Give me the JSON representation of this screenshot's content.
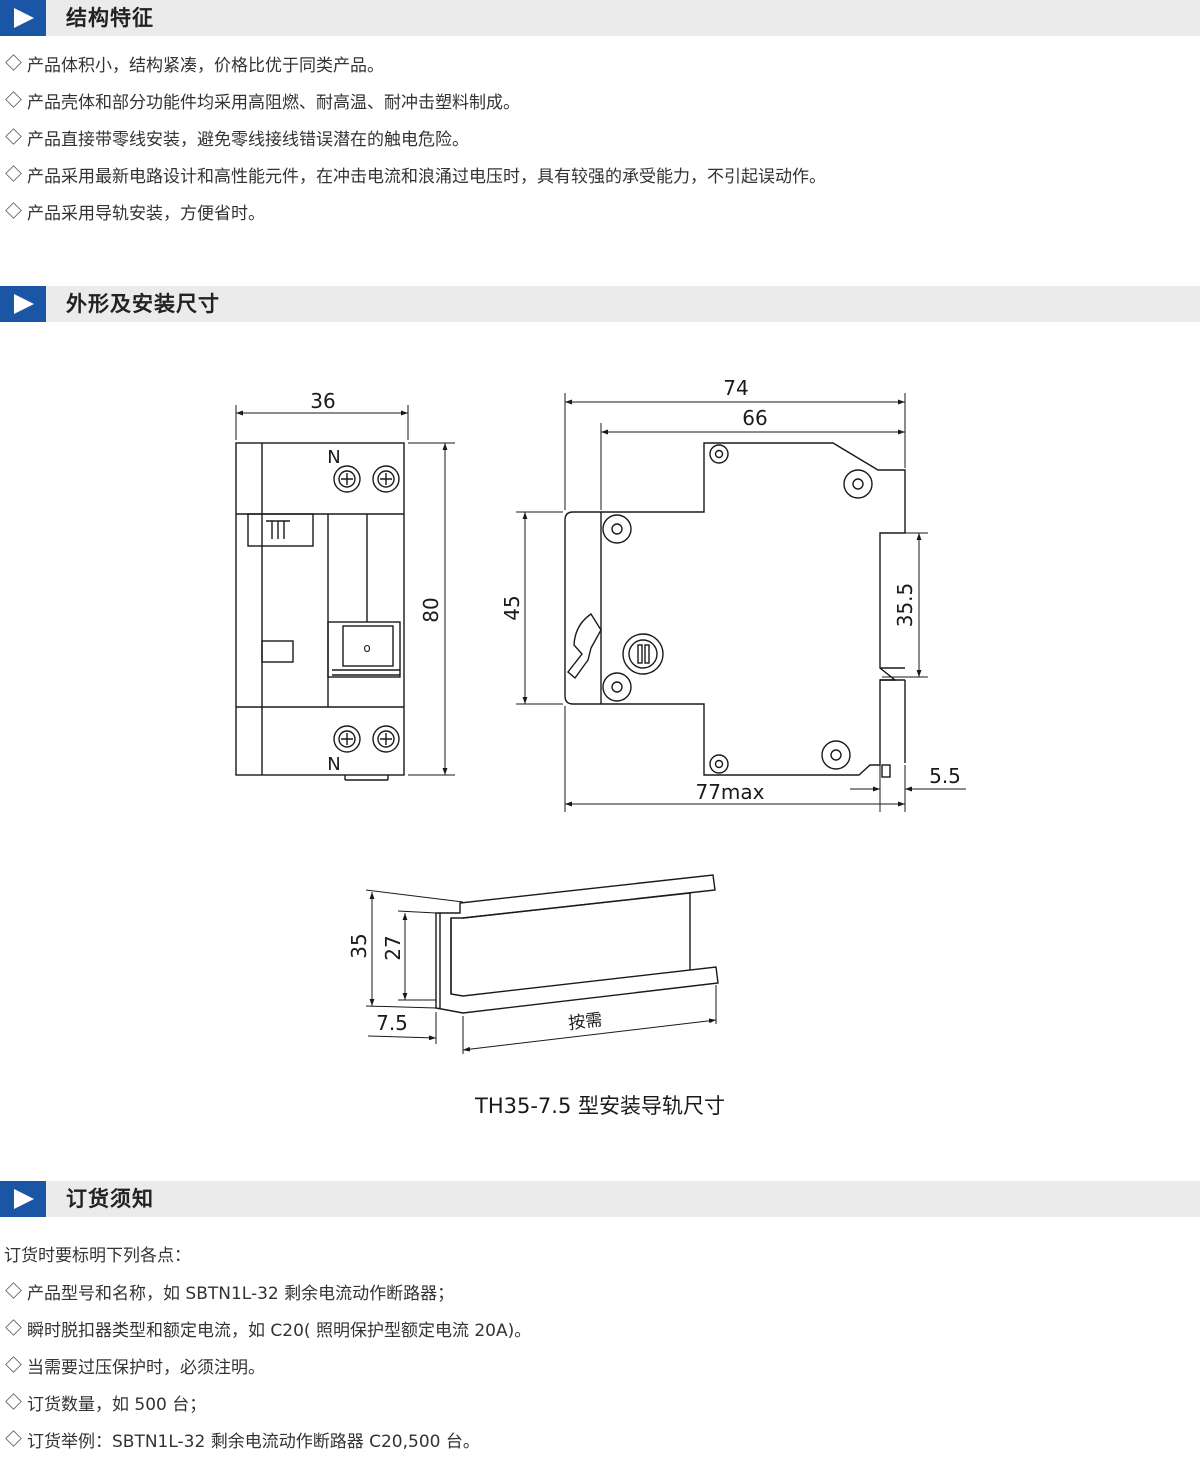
{
  "sections": {
    "features": {
      "title": "结构特征",
      "items": [
        "产品体积小，结构紧凑，价格比优于同类产品。",
        "产品壳体和部分功能件均采用高阻燃、耐高温、耐冲击塑料制成。",
        "产品直接带零线安装，避免零线接线错误潜在的触电危险。",
        "产品采用最新电路设计和高性能元件，在冲击电流和浪涌过电压时，具有较强的承受能力，不引起误动作。",
        "产品采用导轨安装，方便省时。"
      ]
    },
    "dimensions": {
      "title": "外形及安装尺寸",
      "front_view": {
        "width_label": "36",
        "height_label": "80",
        "neutral_top": "N",
        "neutral_bottom": "N",
        "handle_label": "o"
      },
      "side_view": {
        "overall_label": "74",
        "body_label": "66",
        "height_label": "45",
        "rail_label": "35.5",
        "depth_label": "77max",
        "offset_label": "5.5"
      },
      "rail_view": {
        "height_label": "35",
        "inner_label": "27",
        "flange_label": "7.5",
        "length_label": "按需"
      },
      "caption": "TH35-7.5 型安装导轨尺寸"
    },
    "ordering": {
      "title": "订货须知",
      "intro": "订货时要标明下列各点：",
      "items": [
        "产品型号和名称，如 SBTN1L-32 剩余电流动作断路器；",
        "瞬时脱扣器类型和额定电流，如 C20( 照明保护型额定电流 20A)。",
        "当需要过压保护时，必须注明。",
        "订货数量，如 500 台；",
        "订货举例：SBTN1L-32 剩余电流动作断路器 C20,500 台。"
      ]
    }
  },
  "colors": {
    "accent": "#1a56a5",
    "bar_bg": "#ebebeb",
    "text": "#333333"
  }
}
